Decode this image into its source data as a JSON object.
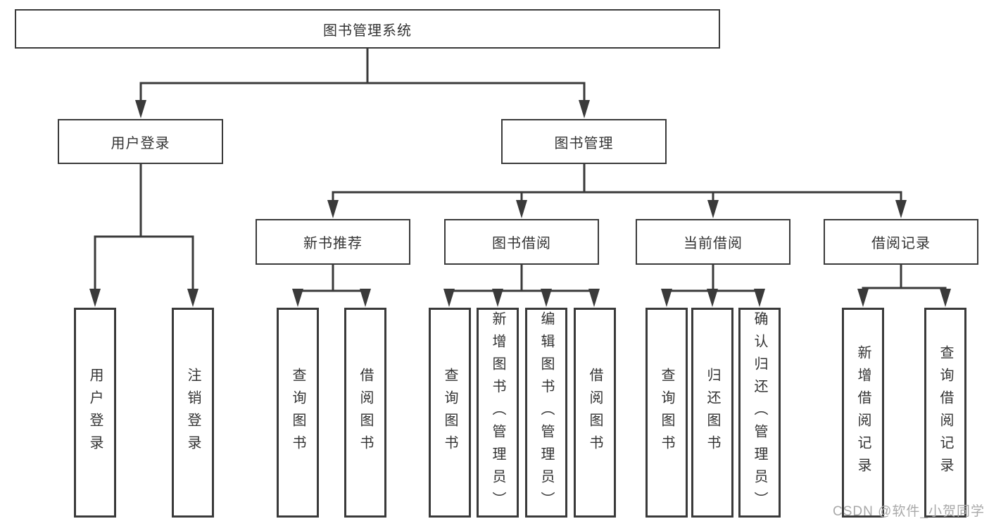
{
  "diagram": {
    "root": {
      "label": "图书管理系统"
    },
    "level1": [
      {
        "label": "用户登录"
      },
      {
        "label": "图书管理"
      }
    ],
    "level2": [
      {
        "label": "新书推荐"
      },
      {
        "label": "图书借阅"
      },
      {
        "label": "当前借阅"
      },
      {
        "label": "借阅记录"
      }
    ],
    "leaves": [
      {
        "label": "用户登录"
      },
      {
        "label": "注销登录"
      },
      {
        "label": "查询图书"
      },
      {
        "label": "借阅图书"
      },
      {
        "label": "查询图书"
      },
      {
        "label": "新增图书（管理员）"
      },
      {
        "label": "编辑图书（管理员）"
      },
      {
        "label": "借阅图书"
      },
      {
        "label": "查询图书"
      },
      {
        "label": "归还图书"
      },
      {
        "label": "确认归还（管理员）"
      },
      {
        "label": "新增借阅记录"
      },
      {
        "label": "查询借阅记录"
      }
    ]
  },
  "watermark": {
    "text": "CSDN @软件_小贺同学"
  }
}
